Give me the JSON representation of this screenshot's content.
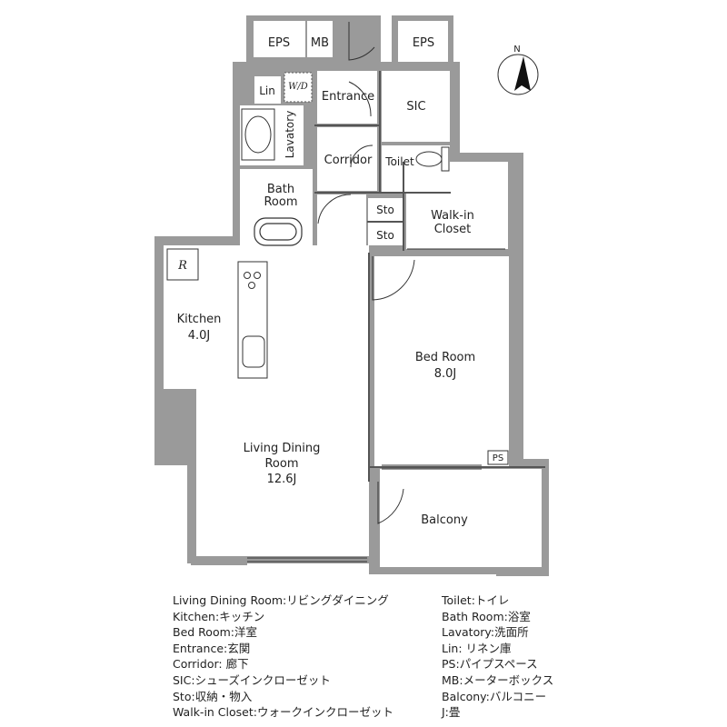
{
  "rooms": {
    "eps_1": "EPS",
    "mb": "MB",
    "eps_2": "EPS",
    "lin": "Lin",
    "wd": "W/D",
    "entrance": "Entrance",
    "sic": "SIC",
    "lavatory": "Lavatory",
    "corridor": "Corridor",
    "toilet": "Toilet",
    "bath_line1": "Bath",
    "bath_line2": "Room",
    "sto_1": "Sto",
    "sto_2": "Sto",
    "walkin_line1": "Walk-in",
    "walkin_line2": "Closet",
    "fridge": "R",
    "kitchen_name": "Kitchen",
    "kitchen_size": "4.0J",
    "bed_name": "Bed Room",
    "bed_size": "8.0J",
    "ps": "PS",
    "ldk_line1": "Living Dining",
    "ldk_line2": "Room",
    "ldk_size": "12.6J",
    "balcony": "Balcony"
  },
  "compass": {
    "label": "N"
  },
  "legend": {
    "left": [
      "Living Dining Room:リビングダイニング",
      "Kitchen:キッチン",
      "Bed Room:洋室",
      "Entrance:玄関",
      "Corridor: 廊下",
      "SIC:シューズインクローゼット",
      "Sto:収納・物入",
      "Walk-in Closet:ウォークインクローゼット"
    ],
    "right": [
      "Toilet:トイレ",
      "Bath Room:浴室",
      "Lavatory:洗面所",
      "Lin: リネン庫",
      "PS:パイプスペース",
      "MB:メーターボックス",
      "Balcony:バルコニー",
      "J:畳"
    ]
  },
  "colors": {
    "wall": "#9a9a9a",
    "line": "#333333",
    "fill": "#ffffff"
  }
}
